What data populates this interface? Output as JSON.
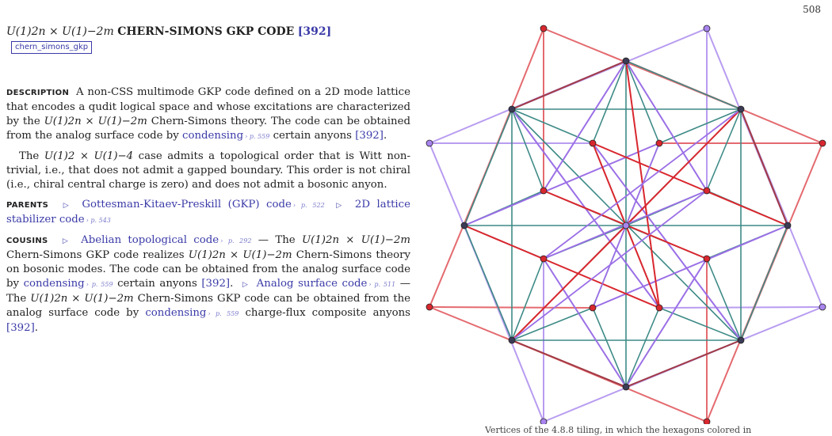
{
  "page_number": "508",
  "title": {
    "name": "U(1)2n × U(1)−2m",
    "rest": "CHERN-SIMONS GKP CODE",
    "ref": "[392]",
    "tag": "chern_simons_gkp"
  },
  "description": {
    "label": "DESCRIPTION",
    "p1_a": "A non-CSS multimode GKP code defined on a 2D mode lattice that encodes a qudit logical space and whose excitations are characterized by the",
    "p1_math": "U(1)2n × U(1)−2m",
    "p1_b": "Chern-Simons theory. The code can be obtained from the analog surface code by",
    "p1_link": "condensing",
    "p1_pref": "› p. 559",
    "p1_c": "certain anyons",
    "p1_ref": "[392]",
    "p1_end": ".",
    "p2_a": "The",
    "p2_math": "U(1)2 × U(1)−4",
    "p2_b": "case admits a topological order that is Witt non-trivial, i.e., that does not admit a gapped boundary. This order is not chiral (i.e., chiral central charge is zero) and does not admit a bosonic anyon."
  },
  "parents": {
    "label": "PARENTS",
    "items": [
      {
        "text": "Gottesman-Kitaev-Preskill (GKP) code",
        "pref": "› p. 522"
      },
      {
        "text": "2D lattice stabilizer code",
        "pref": "› p. 543"
      }
    ]
  },
  "cousins": {
    "label": "COUSINS",
    "c1_link": "Abelian topological code",
    "c1_pref": "› p. 292",
    "c1_a": "— The",
    "c1_math": "U(1)2n × U(1)−2m",
    "c1_b": "Chern-Simons GKP code realizes",
    "c1_math2": "U(1)2n × U(1)−2m",
    "c1_c": "Chern-Simons theory on bosonic modes. The code can be obtained from the analog surface code by",
    "c1_link2": "condensing",
    "c1_pref2": "› p. 559",
    "c1_d": "certain anyons",
    "c1_ref": "[392]",
    "c1_end": ".",
    "c2_link": "Analog surface code",
    "c2_pref": "› p. 511",
    "c2_a": "— The",
    "c2_math": "U(1)2n × U(1)−2m",
    "c2_b": "Chern-Simons GKP code can be obtained from the analog surface code by",
    "c2_link2": "condensing",
    "c2_pref2": "› p. 559",
    "c2_c": "charge-flux composite anyons",
    "c2_ref": "[392]",
    "c2_end": "."
  },
  "figure": {
    "colors": {
      "teal": "#3d8a86",
      "red": "#d9272e",
      "light_red": "#e46a6f",
      "dark_red": "#a33a45",
      "purple": "#9b6fe6",
      "light_purple": "#b89cf0",
      "node_dark": "#3b3b55",
      "node_red": "#d9272e",
      "node_purple": "#a884ee"
    }
  },
  "caption": "Vertices of the 4.8.8 tiling, in which the hexagons colored in"
}
